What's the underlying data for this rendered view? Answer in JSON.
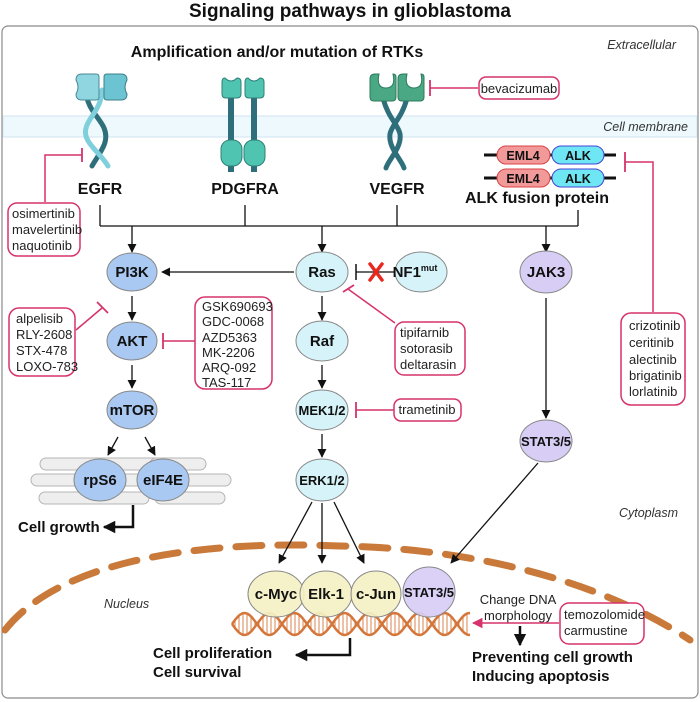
{
  "title": "Signaling pathways in glioblastoma",
  "subtitle": "Amplification and/or mutation of RTKs",
  "regions": {
    "extracellular": "Extracellular",
    "membrane": "Cell membrane",
    "cytoplasm": "Cytoplasm",
    "nucleus": "Nucleus"
  },
  "receptors": [
    {
      "id": "egfr",
      "label": "EGFR"
    },
    {
      "id": "pdgfra",
      "label": "PDGFRA"
    },
    {
      "id": "vegfr",
      "label": "VEGFR"
    }
  ],
  "alk_fusion": {
    "label": "ALK fusion protein",
    "parts": [
      "EML4",
      "ALK"
    ]
  },
  "nodes": {
    "pi3k": "PI3K",
    "akt": "AKT",
    "mtor": "mTOR",
    "rps6": "rpS6",
    "eif4e": "eIF4E",
    "ras": "Ras",
    "nf1": "NF1",
    "nf1_sup": "mut",
    "raf": "Raf",
    "mek": "MEK1/2",
    "erk": "ERK1/2",
    "jak3": "JAK3",
    "stat_cyto": "STAT3/5",
    "cmyc": "c-Myc",
    "elk1": "Elk-1",
    "cjun": "c-Jun",
    "stat_nuc": "STAT3/5"
  },
  "inhibitors": {
    "bevacizumab": [
      "bevacizumab"
    ],
    "egfr": [
      "osimertinib",
      "mavelertinib",
      "naquotinib"
    ],
    "pi3k": [
      "alpelisib",
      "RLY-2608",
      "STX-478",
      "LOXO-783"
    ],
    "akt": [
      "GSK690693",
      "GDC-0068",
      "AZD5363",
      "MK-2206",
      "ARQ-092",
      "TAS-117"
    ],
    "ras": [
      "tipifarnib",
      "sotorasib",
      "deltarasin"
    ],
    "mek": [
      "trametinib"
    ],
    "alk": [
      "crizotinib",
      "ceritinib",
      "alectinib",
      "brigatinib",
      "lorlatinib"
    ],
    "dna": [
      "temozolomide",
      "carmustine"
    ]
  },
  "outcomes": {
    "cell_growth": "Cell growth",
    "proliferation": [
      "Cell proliferation",
      "Cell survival"
    ],
    "apoptosis": [
      "Preventing cell growth",
      "Inducing apoptosis"
    ],
    "dna_change": [
      "Change DNA",
      "morphology"
    ]
  },
  "colors": {
    "inhibitor": "#d6336c",
    "pi3k_pathway": "#a9c9f2",
    "ras_pathway": "#d5f3f8",
    "jak_pathway": "#d8cdf5",
    "tf": "#f4f1c4",
    "nuclear_envelope": "#c97a3a",
    "dna": "#d4763a",
    "membrane": "#eef9fd"
  }
}
